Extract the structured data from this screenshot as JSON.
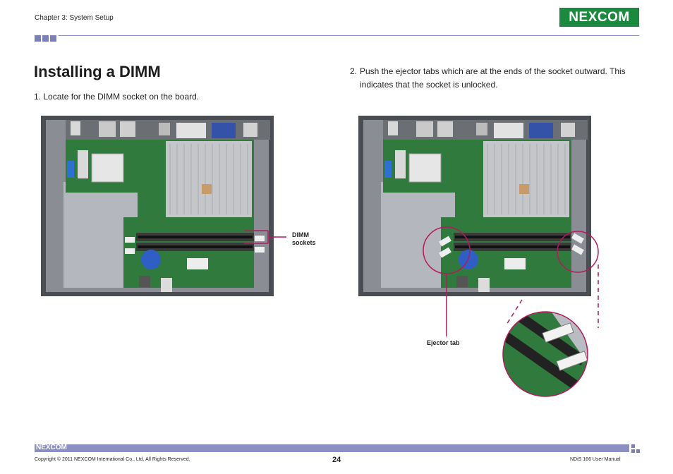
{
  "header": {
    "chapter": "Chapter 3: System Setup",
    "brand": "NEXCOM"
  },
  "title": "Installing a DIMM",
  "steps": [
    {
      "num": "1.",
      "text": "Locate for the DIMM socket on the board."
    },
    {
      "num": "2.",
      "text": "Push the ejector tabs which are at the ends of the socket outward. This indicates that the socket is unlocked."
    }
  ],
  "figures": {
    "left": {
      "callout_line1": "DIMM",
      "callout_line2": "sockets"
    },
    "right": {
      "callout": "Ejector tab"
    }
  },
  "footer": {
    "brand": "NEXCOM",
    "copyright": "Copyright © 2011 NEXCOM International Co., Ltd. All Rights Reserved.",
    "page": "24",
    "manual": "NDiS 166 User Manual"
  },
  "colors": {
    "accent": "#8c8fc4",
    "brand_green": "#1b8a3e",
    "callout_magenta": "#b5195f",
    "board_green": "#2f7a3c"
  }
}
